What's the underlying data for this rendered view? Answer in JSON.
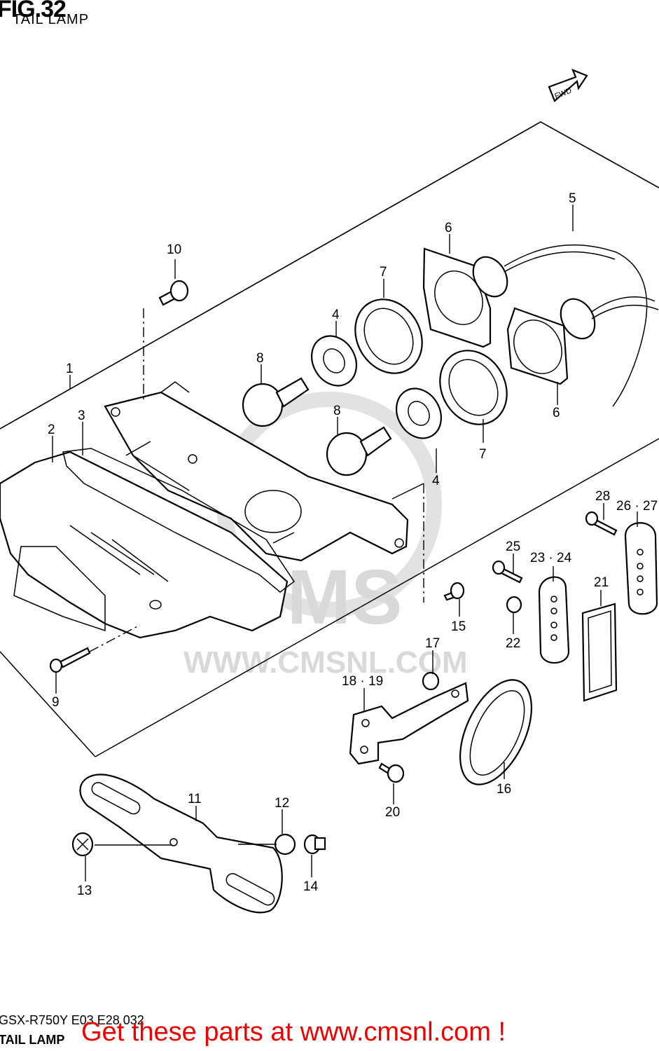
{
  "header": {
    "figure": "FIG.32",
    "subtitle": "TAIL LAMP"
  },
  "direction_marker": {
    "label": "FWD"
  },
  "watermark": {
    "logo": "CMS",
    "url": "WWW.CMSNL.COM"
  },
  "callouts": {
    "c1": "1",
    "c2": "2",
    "c3": "3",
    "c4a": "4",
    "c4b": "4",
    "c5": "5",
    "c6a": "6",
    "c6b": "6",
    "c7a": "7",
    "c7b": "7",
    "c8a": "8",
    "c8b": "8",
    "c9": "9",
    "c10": "10",
    "c11": "11",
    "c12": "12",
    "c13": "13",
    "c14": "14",
    "c15": "15",
    "c16": "16",
    "c17": "17",
    "c18_19": "18 · 19",
    "c20": "20",
    "c21": "21",
    "c22": "22",
    "c23_24": "23 · 24",
    "c25": "25",
    "c26_27": "26 · 27",
    "c28": "28"
  },
  "footer": {
    "code": "GSX-R750Y E03 E28  032",
    "label": "TAIL LAMP",
    "promo_link": "Get these parts at www.cmsnl.com !"
  },
  "colors": {
    "line": "#000000",
    "promo": "#ee0000",
    "watermark": "#d9d9d9"
  }
}
